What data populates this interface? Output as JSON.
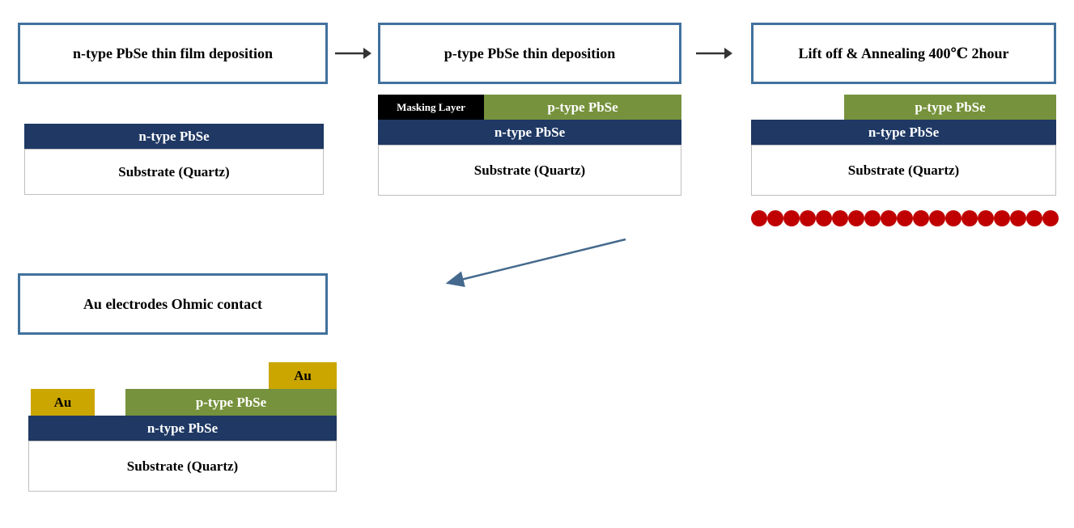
{
  "diagram": {
    "steps": [
      {
        "title": "n-type PbSe thin film deposition"
      },
      {
        "title": "p-type PbSe thin deposition"
      },
      {
        "title": "Lift off & Annealing 400℃ 2hour"
      },
      {
        "title": "Au  electrodes Ohmic contact"
      }
    ],
    "layers": {
      "n_type": "n-type PbSe",
      "p_type": "p-type PbSe",
      "substrate": "Substrate (Quartz)",
      "masking": "Masking Layer",
      "gold": "Au"
    },
    "dots": {
      "count": 19,
      "color": "#c00000"
    },
    "colors": {
      "box_border": "#41719c",
      "n_type_fill": "#1f3864",
      "p_type_fill": "#76923c",
      "masking_fill": "#000000",
      "gold_fill": "#cba600",
      "dot_fill": "#c00000",
      "arrow_dark": "#333333",
      "arrow_blue": "#44698d"
    }
  }
}
